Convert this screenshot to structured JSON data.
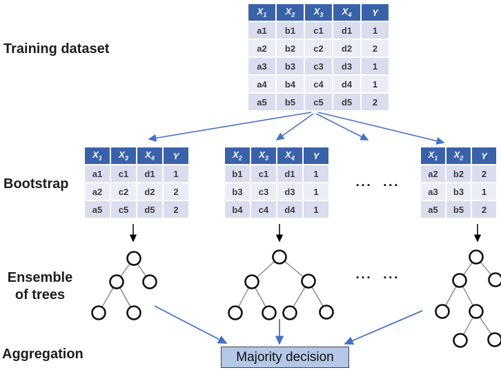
{
  "labels": {
    "training": "Training dataset",
    "bootstrap": "Bootstrap",
    "ensemble_line1": "Ensemble",
    "ensemble_line2": "of trees",
    "aggregation": "Aggregation"
  },
  "aggregation_box": {
    "label": "Majority decision",
    "fill": "#b4c7e7"
  },
  "ellipsis": {
    "tables": "▪▪▪ ▪▪▪",
    "trees": "▪▪▪ ▪▪▪"
  },
  "colors": {
    "header_blue": "#3a62ab",
    "row_dark": "#d9ddee",
    "row_light": "#eaecf6",
    "arrow_blue": "#4472c4",
    "tree_edge_gray": "#808080"
  },
  "tables": {
    "training": {
      "headers": [
        "X|1",
        "X|2",
        "X|3",
        "X|4",
        "Y|"
      ],
      "rows": [
        [
          "a1",
          "b1",
          "c1",
          "d1",
          "1"
        ],
        [
          "a2",
          "b2",
          "c2",
          "d2",
          "2"
        ],
        [
          "a3",
          "b3",
          "c3",
          "d3",
          "1"
        ],
        [
          "a4",
          "b4",
          "c4",
          "d4",
          "1"
        ],
        [
          "a5",
          "b5",
          "c5",
          "d5",
          "2"
        ]
      ]
    },
    "bootstrap1": {
      "headers": [
        "X|1",
        "X|3",
        "X|4",
        "Y|"
      ],
      "rows": [
        [
          "a1",
          "c1",
          "d1",
          "1"
        ],
        [
          "a2",
          "c2",
          "d2",
          "2"
        ],
        [
          "a5",
          "c5",
          "d5",
          "2"
        ]
      ]
    },
    "bootstrap2": {
      "headers": [
        "X|2",
        "X|3",
        "X|4",
        "Y|"
      ],
      "rows": [
        [
          "b1",
          "c1",
          "d1",
          "1"
        ],
        [
          "b3",
          "c3",
          "d3",
          "1"
        ],
        [
          "b4",
          "c4",
          "d4",
          "1"
        ]
      ]
    },
    "bootstrap3": {
      "headers": [
        "X|1",
        "X|2",
        "Y|"
      ],
      "rows": [
        [
          "a2",
          "b2",
          "2"
        ],
        [
          "a3",
          "b3",
          "1"
        ],
        [
          "a5",
          "b5",
          "2"
        ]
      ]
    }
  }
}
